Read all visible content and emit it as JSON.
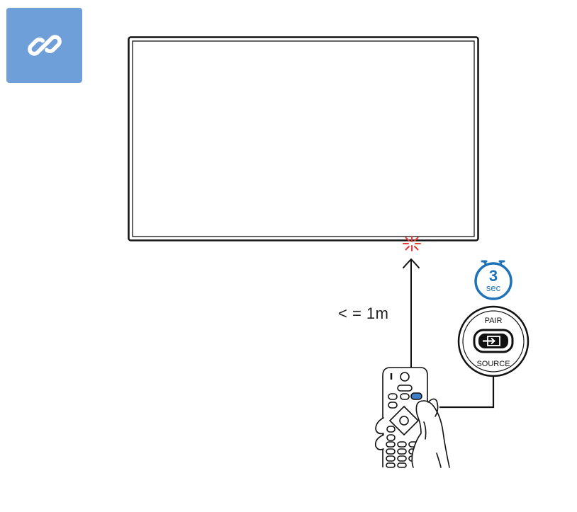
{
  "link_tile": {
    "icon": "link-icon",
    "color": "#6f9fd8"
  },
  "distance_label": "< = 1m",
  "timer": {
    "value": "3",
    "unit": "sec",
    "color": "#1e73b8"
  },
  "button_callout": {
    "top_label": "PAIR",
    "bottom_label": "SOURCE"
  },
  "colors": {
    "ir_signal": "#e53935",
    "pressed_key": "#3f7fc8",
    "line": "#111111"
  }
}
